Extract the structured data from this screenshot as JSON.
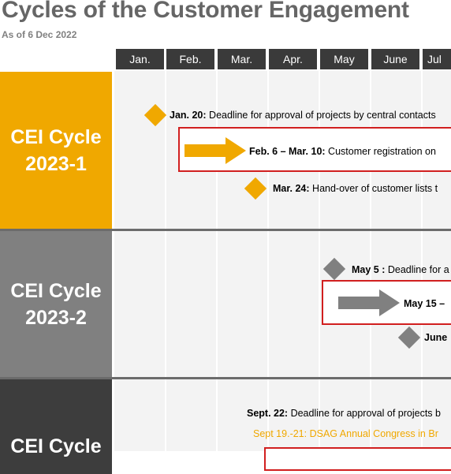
{
  "header": {
    "title": "Cycles of the Customer Engagement",
    "subtitle": "As of 6 Dec 2022"
  },
  "months": [
    "Jan.",
    "Feb.",
    "Mar.",
    "Apr.",
    "May",
    "June",
    "Jul"
  ],
  "cycles": [
    {
      "label": "CEI Cycle\n2023-1",
      "color": "#f0a800"
    },
    {
      "label": "CEI Cycle\n2023-2",
      "color": "#808080"
    },
    {
      "label": "CEI Cycle",
      "color": "#3d3d3d"
    }
  ],
  "events": {
    "c1_deadline": {
      "date": "Jan. 20:",
      "text": " Deadline for approval of projects by central contacts"
    },
    "c1_registration": {
      "date": "Feb. 6 – Mar. 10:",
      "text": " Customer registration on"
    },
    "c1_handover": {
      "date": "Mar. 24:",
      "text": " Hand-over of customer lists t"
    },
    "c2_deadline": {
      "date": "May 5 :",
      "text": " Deadline for a"
    },
    "c2_registration": {
      "date": "May 15 –",
      "text": ""
    },
    "c2_handover": {
      "date": "June",
      "text": ""
    },
    "c3_deadline": {
      "date": "Sept. 22:",
      "text": " Deadline for approval of projects b"
    },
    "c3_congress": {
      "text": "Sept 19.-21: DSAG Annual Congress in Br"
    }
  },
  "colors": {
    "orange": "#f0a800",
    "gray": "#808080",
    "dark": "#3d3d3d",
    "red_outline": "#d11f1f",
    "congress_text": "#f0a800"
  }
}
